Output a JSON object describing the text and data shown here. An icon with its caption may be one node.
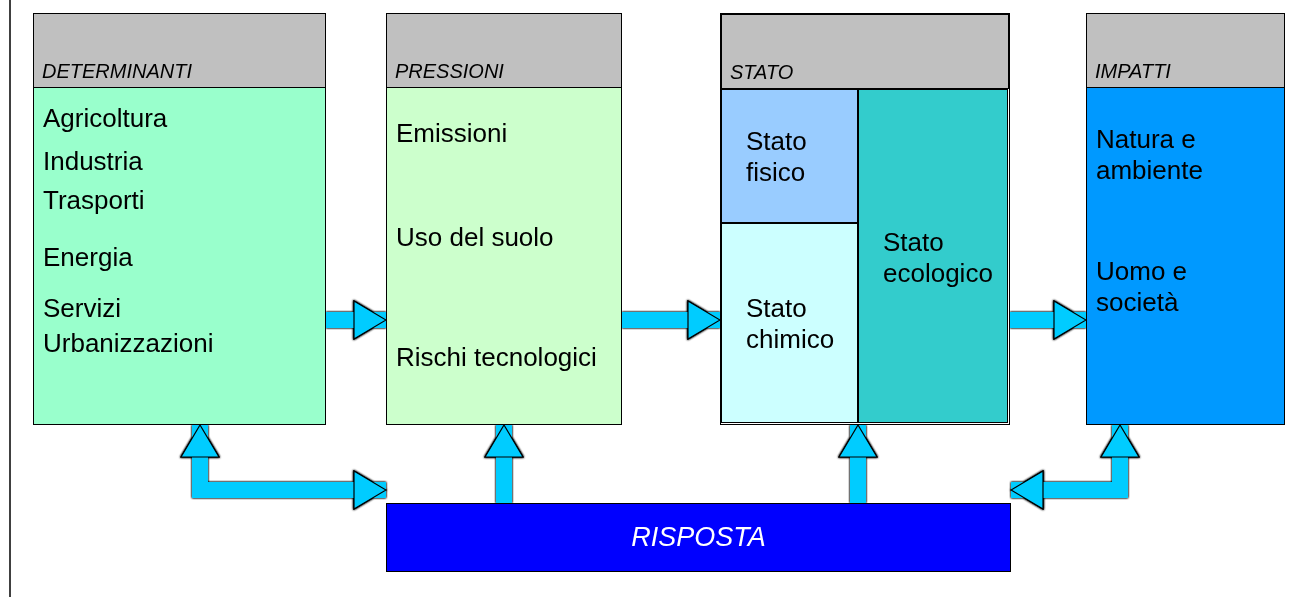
{
  "diagram": {
    "nodes": [
      {
        "text": [
          "DETERMINANTI",
          "Agricoltura",
          "Industria",
          "Trasporti",
          "Energia",
          "Servizi",
          "Urbanizzazioni"
        ]
      },
      {
        "text": [
          "PRESSIONI",
          "Emissioni",
          "Uso del suolo",
          "Rischi tecnologici"
        ]
      },
      {
        "text": [
          "STATO"
        ]
      },
      {
        "text": [
          "Stato fisico"
        ],
        "in": 2
      },
      {
        "text": [
          "Stato chimico"
        ],
        "in": 2
      },
      {
        "text": [
          "Stato ecologico"
        ],
        "in": 2
      },
      {
        "text": [
          "IMPATTI",
          "Natura e ambiente",
          "Uomo e società"
        ]
      },
      {
        "text": [
          "RISPOSTA"
        ]
      }
    ],
    "edges": [
      {
        "from": 0,
        "to": 1,
        "arrow": "to"
      },
      {
        "from": 1,
        "to": 2,
        "arrow": "to"
      },
      {
        "from": 2,
        "to": 6,
        "arrow": "to"
      },
      {
        "from": 7,
        "to": 1,
        "arrow": "to"
      },
      {
        "from": 7,
        "to": 2,
        "arrow": "to"
      },
      {
        "from": 0,
        "to": 7,
        "arrow": "both"
      },
      {
        "from": 7,
        "to": 6,
        "arrow": "both"
      }
    ]
  }
}
